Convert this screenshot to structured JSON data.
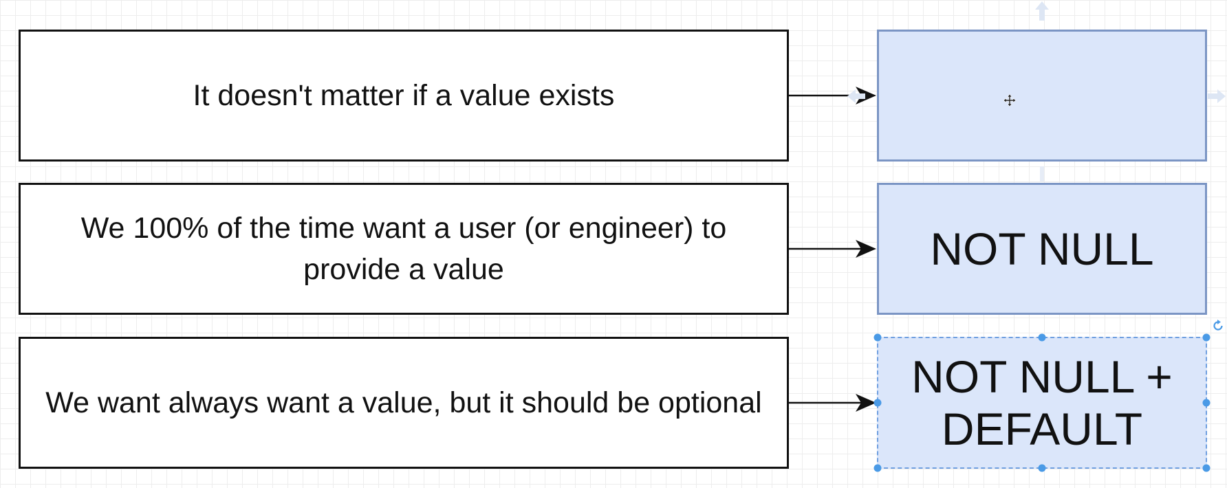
{
  "rows": [
    {
      "condition": "It doesn't matter if a value exists",
      "constraint": ""
    },
    {
      "condition": "We 100% of the time want a user (or engineer) to provide a value",
      "constraint": "NOT NULL"
    },
    {
      "condition": "We want always want a value, but it should be optional",
      "constraint": "NOT NULL + DEFAULT"
    }
  ],
  "colors": {
    "box_fill": "#dbe6fa",
    "box_border": "#7b95c4",
    "selection": "#4a9ae6",
    "arrow": "#111111",
    "grid": "#ededed"
  },
  "icons": {
    "cursor": "move-cursor-icon",
    "rotate": "rotate-handle-icon",
    "hover_arrow": "hover-connect-arrow-icon"
  }
}
